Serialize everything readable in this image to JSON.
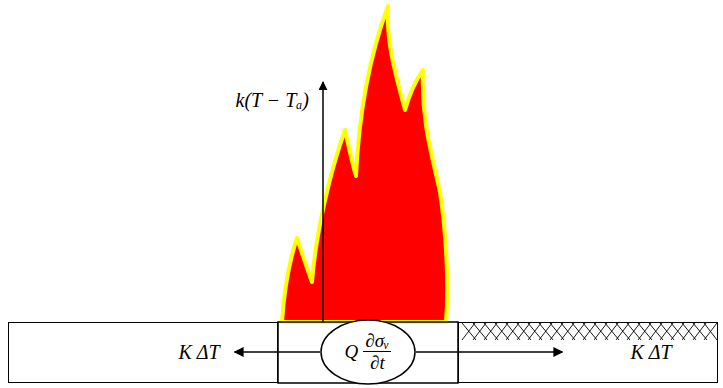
{
  "diagram": {
    "nodes": [
      {
        "text": [
          "K ΔT"
        ]
      },
      {
        "text": [
          "Q",
          "∂σᵥ",
          "∂t"
        ]
      },
      {
        "text": [
          "K ΔT"
        ]
      }
    ],
    "edges": [
      {
        "from": 1,
        "to": 0,
        "arrow": "to"
      },
      {
        "from": 1,
        "to": 2,
        "arrow": "to"
      }
    ],
    "labels": [
      "k(T − Tₐ)"
    ]
  }
}
